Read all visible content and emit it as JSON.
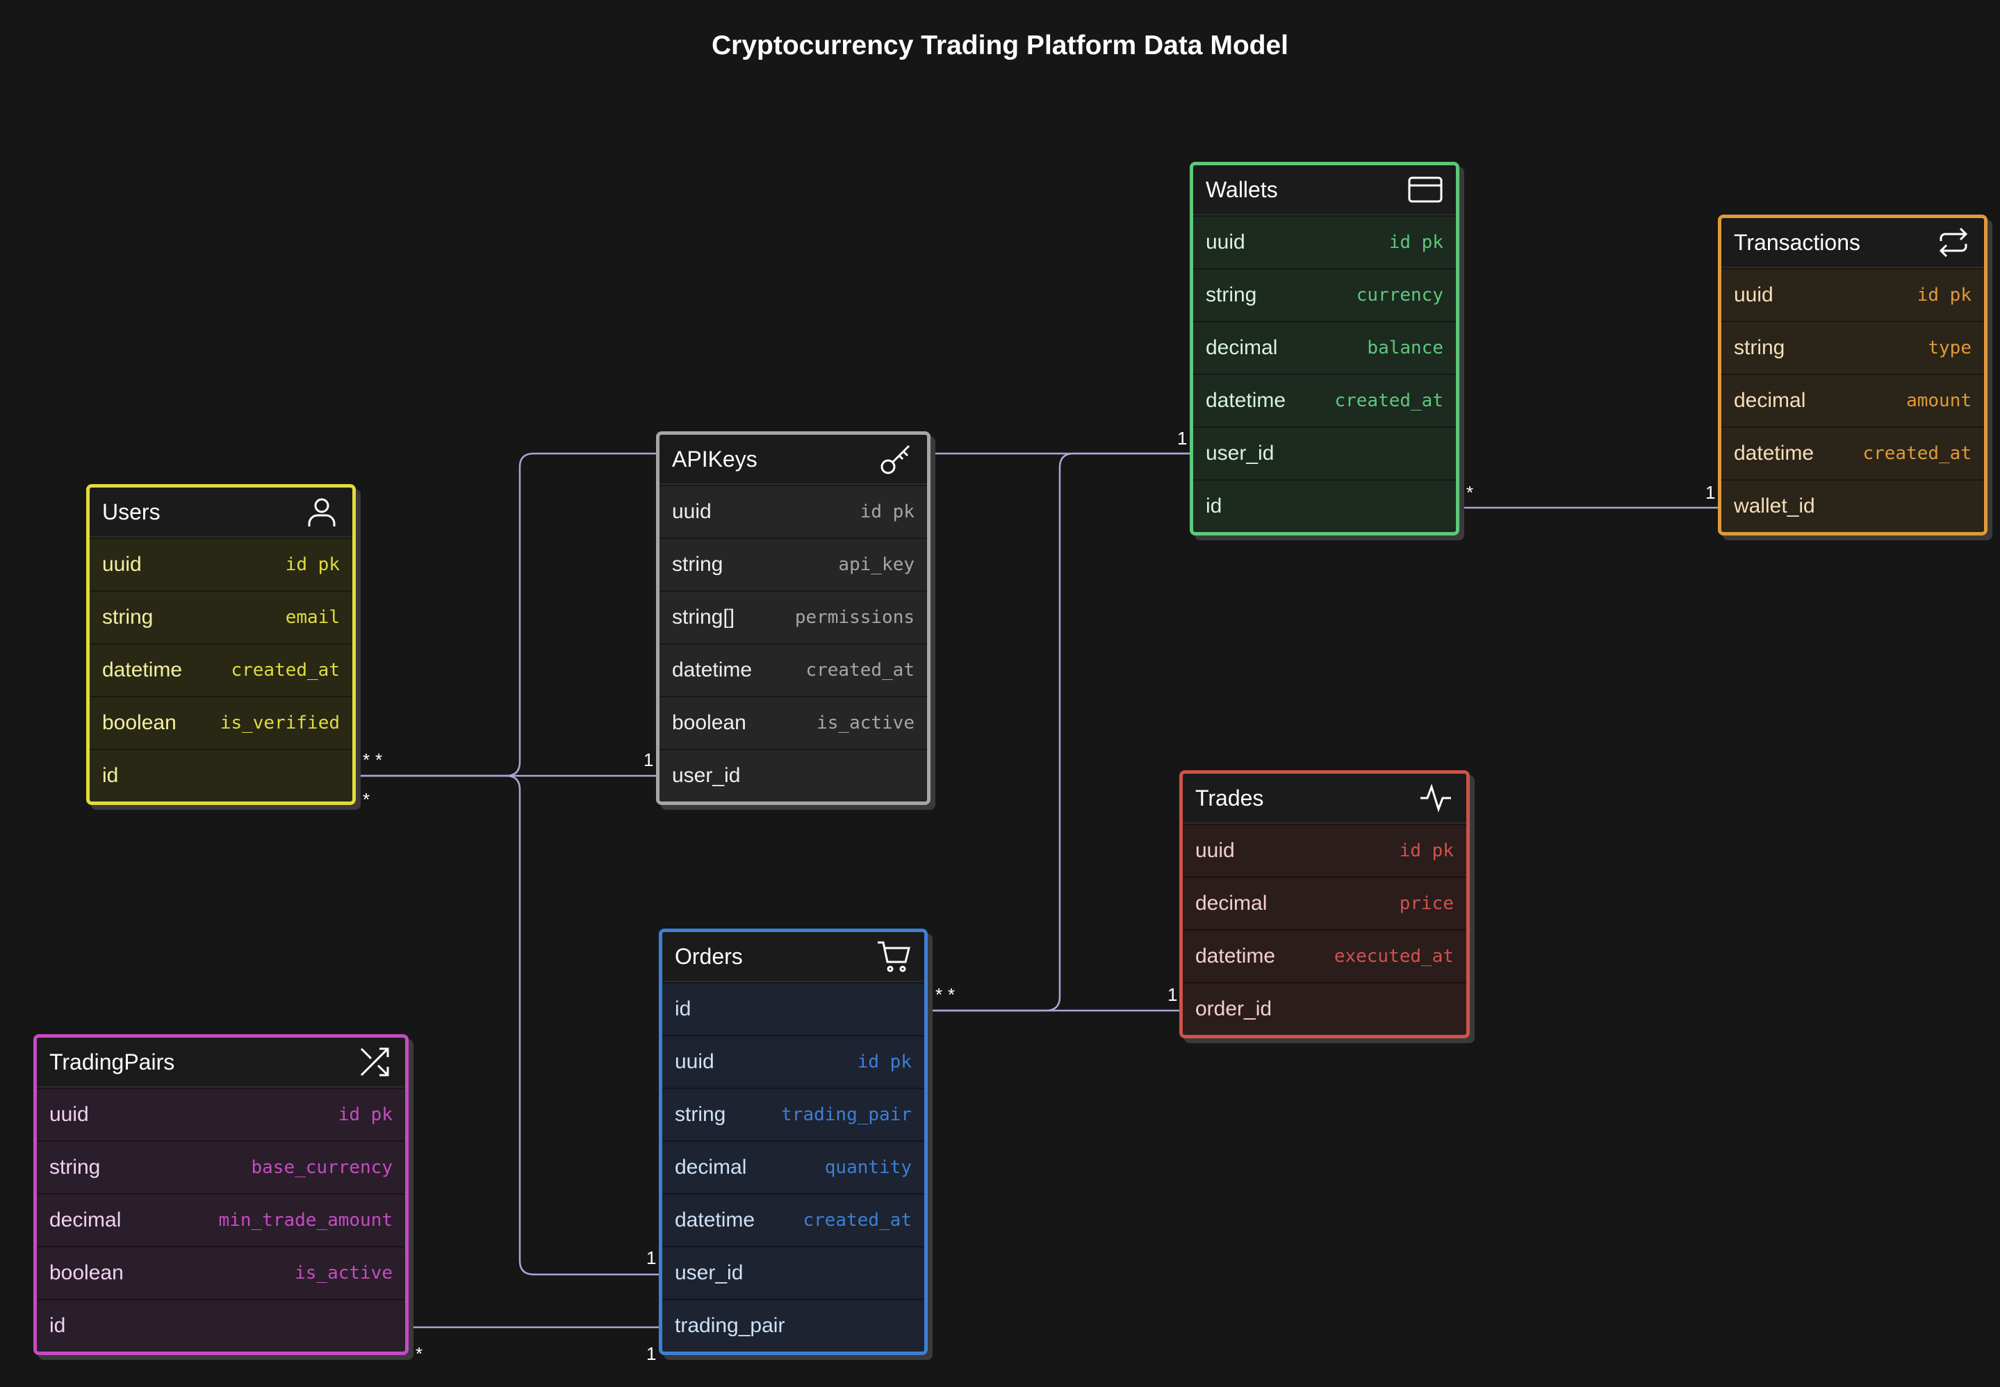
{
  "title": "Cryptocurrency Trading Platform Data Model",
  "entities": {
    "users": {
      "name": "Users",
      "icon": "user-icon",
      "color": "#e3dc3c",
      "bg": "#282815",
      "text": "#f4f0a0",
      "rows": [
        {
          "type": "uuid",
          "field": "id  pk"
        },
        {
          "type": "string",
          "field": "email"
        },
        {
          "type": "datetime",
          "field": "created_at"
        },
        {
          "type": "boolean",
          "field": "is_verified"
        },
        {
          "type": "id",
          "field": ""
        }
      ]
    },
    "apikeys": {
      "name": "APIKeys",
      "icon": "key-icon",
      "color": "#a6a6a6",
      "bg": "#262626",
      "text": "#eeeeee",
      "rows": [
        {
          "type": "uuid",
          "field": "id  pk"
        },
        {
          "type": "string",
          "field": "api_key"
        },
        {
          "type": "string[]",
          "field": "permissions"
        },
        {
          "type": "datetime",
          "field": "created_at"
        },
        {
          "type": "boolean",
          "field": "is_active"
        },
        {
          "type": "user_id",
          "field": ""
        }
      ]
    },
    "wallets": {
      "name": "Wallets",
      "icon": "credit-card-icon",
      "color": "#5dc87a",
      "bg": "#1c2a20",
      "text": "#d8f3de",
      "rows": [
        {
          "type": "uuid",
          "field": "id  pk"
        },
        {
          "type": "string",
          "field": "currency"
        },
        {
          "type": "decimal",
          "field": "balance"
        },
        {
          "type": "datetime",
          "field": "created_at"
        },
        {
          "type": "user_id",
          "field": ""
        },
        {
          "type": "id",
          "field": ""
        }
      ]
    },
    "transactions": {
      "name": "Transactions",
      "icon": "repeat-icon",
      "color": "#e09a3a",
      "bg": "#2b2418",
      "text": "#f5dfbd",
      "rows": [
        {
          "type": "uuid",
          "field": "id  pk"
        },
        {
          "type": "string",
          "field": "type"
        },
        {
          "type": "decimal",
          "field": "amount"
        },
        {
          "type": "datetime",
          "field": "created_at"
        },
        {
          "type": "wallet_id",
          "field": ""
        }
      ]
    },
    "trades": {
      "name": "Trades",
      "icon": "activity-icon",
      "color": "#d0524b",
      "bg": "#2b1d1c",
      "text": "#f3d0cd",
      "rows": [
        {
          "type": "uuid",
          "field": "id  pk"
        },
        {
          "type": "decimal",
          "field": "price"
        },
        {
          "type": "datetime",
          "field": "executed_at"
        },
        {
          "type": "order_id",
          "field": ""
        }
      ]
    },
    "orders": {
      "name": "Orders",
      "icon": "cart-icon",
      "color": "#3d7fd6",
      "bg": "#1d2330",
      "text": "#cfe0f7",
      "rows": [
        {
          "type": "id",
          "field": ""
        },
        {
          "type": "uuid",
          "field": "id  pk"
        },
        {
          "type": "string",
          "field": "trading_pair"
        },
        {
          "type": "decimal",
          "field": "quantity"
        },
        {
          "type": "datetime",
          "field": "created_at"
        },
        {
          "type": "user_id",
          "field": ""
        },
        {
          "type": "trading_pair",
          "field": ""
        }
      ]
    },
    "tradingpairs": {
      "name": "TradingPairs",
      "icon": "shuffle-icon",
      "color": "#c64bc4",
      "bg": "#2a1e2b",
      "text": "#f1d2f0",
      "rows": [
        {
          "type": "uuid",
          "field": "id  pk"
        },
        {
          "type": "string",
          "field": "base_currency"
        },
        {
          "type": "decimal",
          "field": "min_trade_amount"
        },
        {
          "type": "boolean",
          "field": "is_active"
        },
        {
          "type": "id",
          "field": ""
        }
      ]
    }
  },
  "relationships": [
    {
      "from": "users",
      "to": "apikeys",
      "from_card": "*",
      "to_card": "1"
    },
    {
      "from": "users",
      "to": "wallets",
      "from_card": "*",
      "to_card": "1"
    },
    {
      "from": "users",
      "to": "orders",
      "from_card": "*",
      "to_card": "1"
    },
    {
      "from": "wallets",
      "to": "transactions",
      "from_card": "*",
      "to_card": "1"
    },
    {
      "from": "orders",
      "to": "trades",
      "from_card": "*",
      "to_card": "1"
    },
    {
      "from": "orders",
      "to": "wallets",
      "from_card": "*",
      "to_card": "1"
    },
    {
      "from": "tradingpairs",
      "to": "orders",
      "from_card": "*",
      "to_card": "1"
    }
  ]
}
